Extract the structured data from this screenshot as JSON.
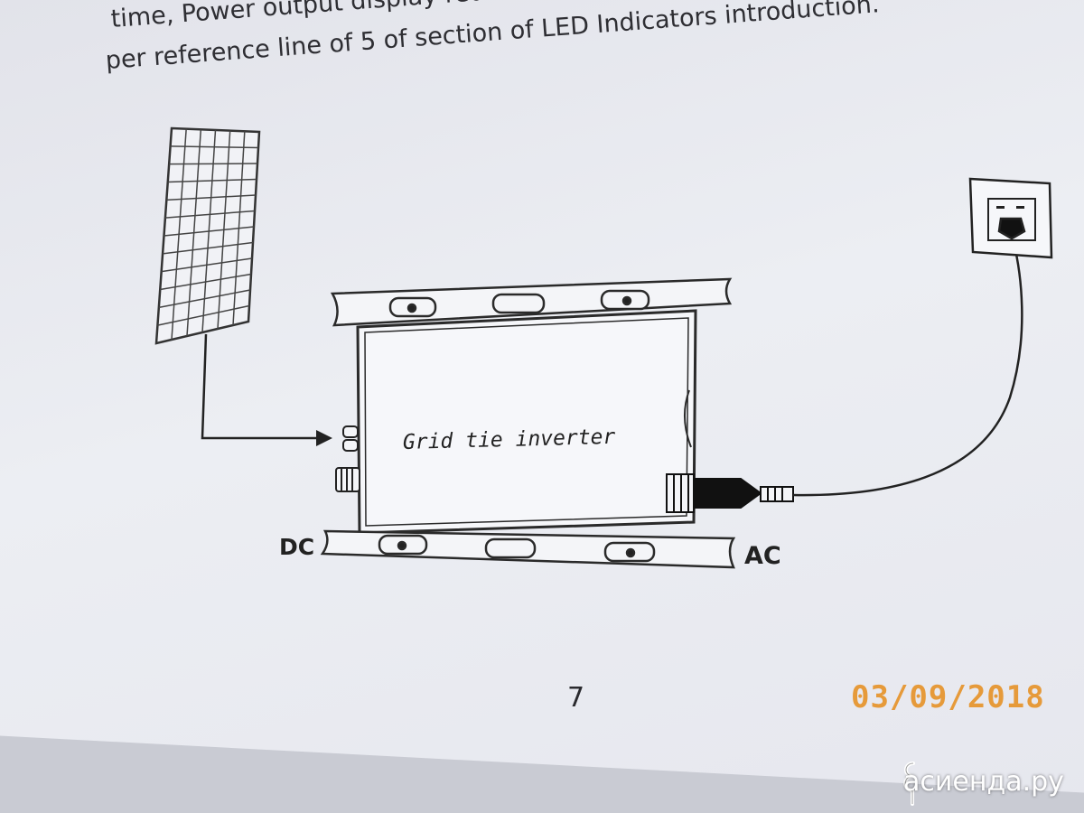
{
  "document": {
    "text_lines": [
      "time, Power output display red LED flicker. LED Indicators sho",
      "per reference line of 5 of section of LED Indicators introduction."
    ],
    "page_number": "7"
  },
  "diagram": {
    "inverter_label": "Grid tie inverter",
    "dc_label": "DC",
    "ac_label": "AC",
    "components": [
      "solar-panel",
      "grid-tie-inverter",
      "wall-socket",
      "ac-plug",
      "dc-connectors"
    ]
  },
  "photo_overlay": {
    "date_stamp": "03/09/2018",
    "watermark": "асиенда.ру",
    "date_color": "#e69a3a"
  }
}
